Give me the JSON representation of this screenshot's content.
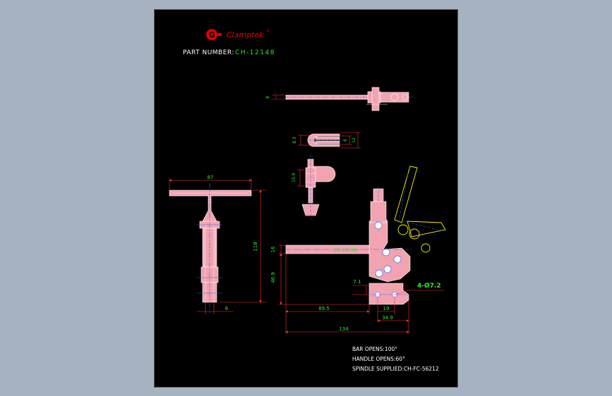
{
  "logo": {
    "mark": "G",
    "brand": "Clamptek",
    "reg": "®"
  },
  "part": {
    "label": "PART NUMBER:",
    "value": "CH-12148"
  },
  "dimensions": {
    "top_view_height": "8",
    "clamp_detail_left": "8.3",
    "clamp_detail_inner": "6",
    "clamp_detail_outer": "12",
    "spindle_height": "15.9",
    "front_width": "87",
    "front_height": "118",
    "front_bottom": "6",
    "side_bar_height": "16",
    "side_height": "46.9",
    "side_offset": "7.1",
    "side_bar_length": "89.5",
    "base_width": "19",
    "base_length": "34.9",
    "total_length": "134",
    "hole_spec": "4-Ø7.2",
    "bar_marking": "CH-12148"
  },
  "notes": [
    "BAR OPENS:100°",
    "HANDLE OPENS:60°",
    "SPINDLE SUPPLIED:CH-FC-56212"
  ],
  "colors": {
    "background": "#a7b2c1",
    "sheet": "#000000",
    "outline": "#ffffff",
    "part_fill": "#f2a3b0",
    "dimension": "#ff3030",
    "label_green": "#2ee62e",
    "centerline": "#3366ff",
    "handle": "#f4f400",
    "logo_red": "#e10000"
  }
}
